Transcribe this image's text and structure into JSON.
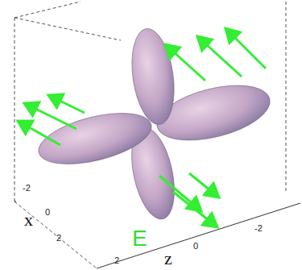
{
  "diagram": {
    "labels": [
      "-2",
      "0",
      "2",
      "2",
      "0",
      "-2",
      "x",
      "z",
      "E"
    ]
  }
}
